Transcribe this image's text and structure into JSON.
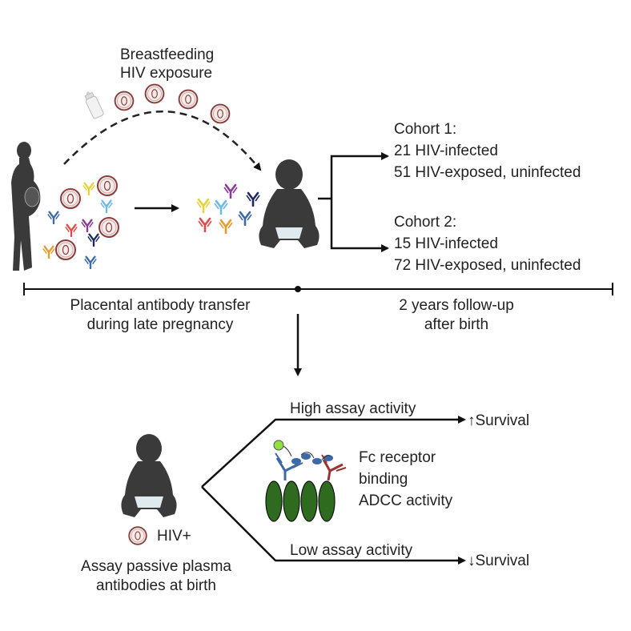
{
  "breastfeeding": {
    "line1": "Breastfeeding",
    "line2": "HIV exposure"
  },
  "cohorts": [
    {
      "title": "Cohort 1:",
      "infected": "21 HIV-infected",
      "exposed": "51 HIV-exposed, uninfected"
    },
    {
      "title": "Cohort 2:",
      "infected": "15 HIV-infected",
      "exposed": "72 HIV-exposed, uninfected"
    }
  ],
  "timeline": {
    "left_line1": "Placental antibody transfer",
    "left_line2": "during late pregnancy",
    "right_line1": "2 years follow-up",
    "right_line2": "after birth"
  },
  "assay": {
    "hiv_label": "HIV+",
    "caption_line1": "Assay passive plasma",
    "caption_line2": "antibodies at birth",
    "high_label": "High assay activity",
    "low_label": "Low assay activity",
    "high_outcome": "↑Survival",
    "low_outcome": "↓Survival",
    "mechanism_line1": "Fc receptor",
    "mechanism_line2": "binding",
    "mechanism_line3": "ADCC activity"
  },
  "colors": {
    "silhouette": "#3a3a3a",
    "virus_outline": "#8a3d3d",
    "cell_green": "#2f6b1f",
    "fc_blue": "#3d6aa6",
    "fc_red": "#9b3333",
    "ligand_green": "#8fe040",
    "antibody_colors": [
      "#e8d23a",
      "#6cb8e8",
      "#8b3a9a",
      "#1f2a5c",
      "#e04a4a",
      "#e59b2e",
      "#3c6aa8"
    ]
  }
}
